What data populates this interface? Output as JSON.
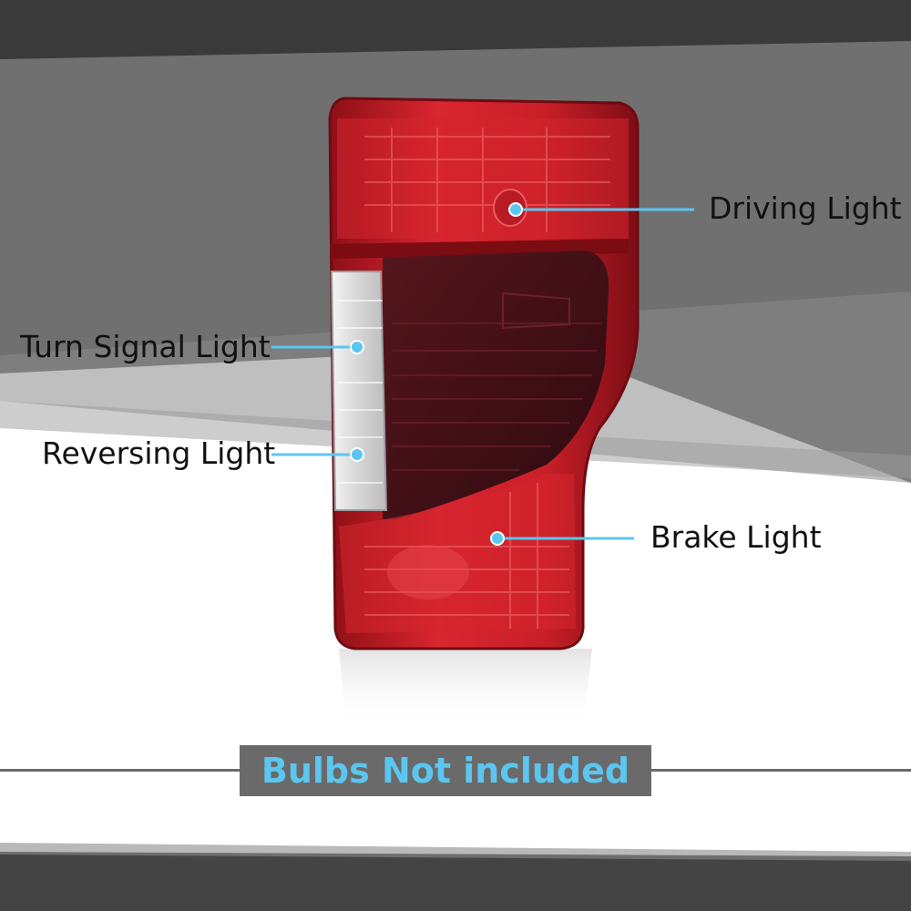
{
  "callouts": {
    "driving": "Driving Light",
    "turn_signal": "Turn Signal Light",
    "reversing": "Reversing Light",
    "brake": "Brake Light"
  },
  "banner": {
    "text": "Bulbs Not included"
  },
  "colors": {
    "accent": "#5bc6f0",
    "lens_red": "#c8202a",
    "smoked_panel": "#3e1016",
    "background_gray": "#6e6e6e"
  },
  "icons": {
    "callout_marker": "dot-marker"
  }
}
